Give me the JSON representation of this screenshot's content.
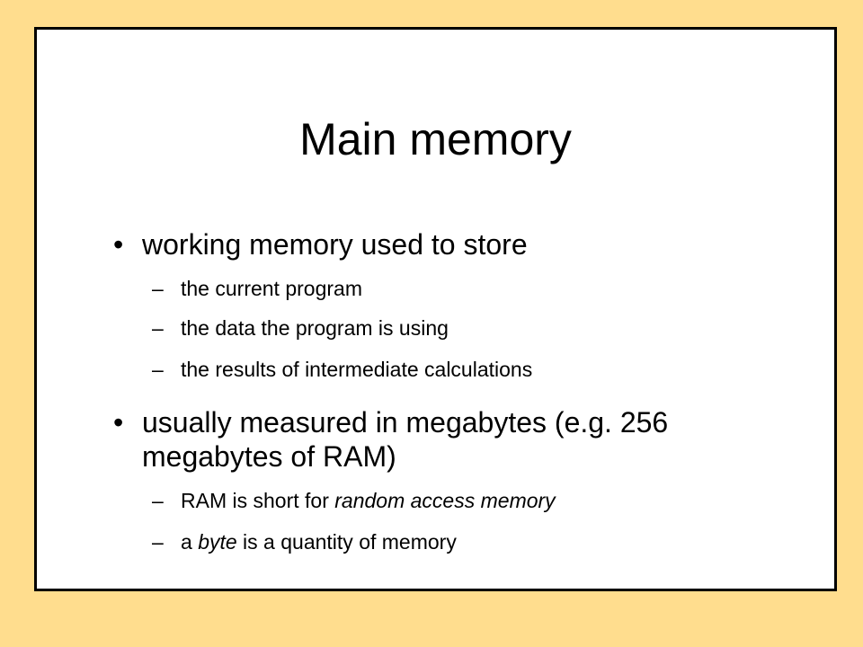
{
  "slide": {
    "title": "Main memory",
    "bullet_marker": "•",
    "sub_marker": "–",
    "bullets": [
      {
        "text": "working memory used to store",
        "subs": [
          {
            "parts": [
              "the current program"
            ]
          },
          {
            "parts": [
              "the data the program is using"
            ]
          },
          {
            "parts": [
              "the results of intermediate calculations"
            ]
          }
        ]
      },
      {
        "text": "usually measured in megabytes (e.g. 256 megabytes of RAM)",
        "subs": [
          {
            "parts": [
              "RAM is short for ",
              "random access memory"
            ]
          },
          {
            "parts": [
              "a ",
              "byte",
              " is a quantity of memory"
            ]
          }
        ]
      }
    ]
  }
}
